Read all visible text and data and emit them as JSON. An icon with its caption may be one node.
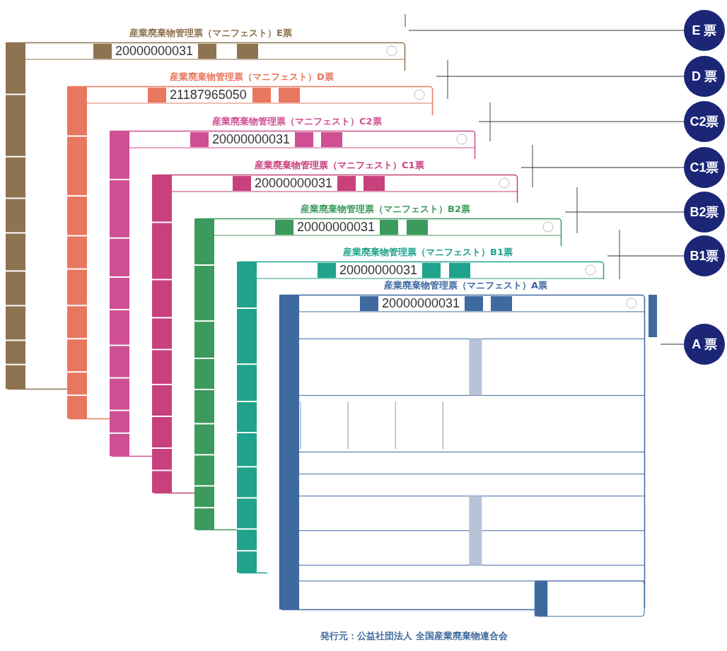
{
  "diagram": {
    "nodes": [
      {
        "text": [
          "産業廃棄物管理票（マニフェスト）E票",
          "20000000031"
        ]
      },
      {
        "text": [
          "産業廃棄物管理票（マニフェスト）D票",
          "21187965050"
        ]
      },
      {
        "text": [
          "産業廃棄物管理票（マニフェスト）C2票",
          "20000000031"
        ]
      },
      {
        "text": [
          "産業廃棄物管理票（マニフェスト）C1票",
          "20000000031"
        ]
      },
      {
        "text": [
          "産業廃棄物管理票（マニフェスト）B2票",
          "20000000031"
        ]
      },
      {
        "text": [
          "産業廃棄物管理票（マニフェスト）B1票",
          "20000000031"
        ]
      },
      {
        "text": [
          "産業廃棄物管理票（マニフェスト）A票",
          "20000000031",
          "発行元：公益社団法人 全国産業廃棄物連合会"
        ]
      },
      {
        "text": [
          "E 票"
        ]
      },
      {
        "text": [
          "D 票"
        ]
      },
      {
        "text": [
          "C2票"
        ]
      },
      {
        "text": [
          "C1票"
        ]
      },
      {
        "text": [
          "B2票"
        ]
      },
      {
        "text": [
          "B1票"
        ]
      },
      {
        "text": [
          "A 票"
        ]
      }
    ],
    "edges": [
      {
        "from": 7,
        "to": 0,
        "arrow": "none"
      },
      {
        "from": 8,
        "to": 1,
        "arrow": "none"
      },
      {
        "from": 9,
        "to": 2,
        "arrow": "none"
      },
      {
        "from": 10,
        "to": 3,
        "arrow": "none"
      },
      {
        "from": 11,
        "to": 4,
        "arrow": "none"
      },
      {
        "from": 12,
        "to": 5,
        "arrow": "none"
      },
      {
        "from": 13,
        "to": 6,
        "arrow": "none"
      }
    ]
  }
}
